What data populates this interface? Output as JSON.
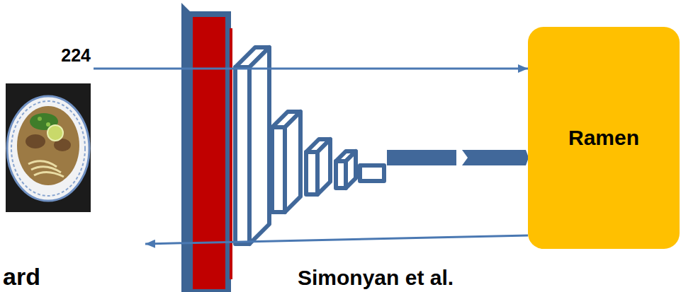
{
  "diagram": {
    "nodes": [
      {
        "text": [
          "224"
        ]
      },
      {
        "text": [
          "Ramen"
        ]
      }
    ],
    "edges": [
      {
        "from": 0,
        "to": 1,
        "arrow": "to"
      }
    ],
    "labels": [
      "ard",
      "Simonyan et al."
    ]
  }
}
